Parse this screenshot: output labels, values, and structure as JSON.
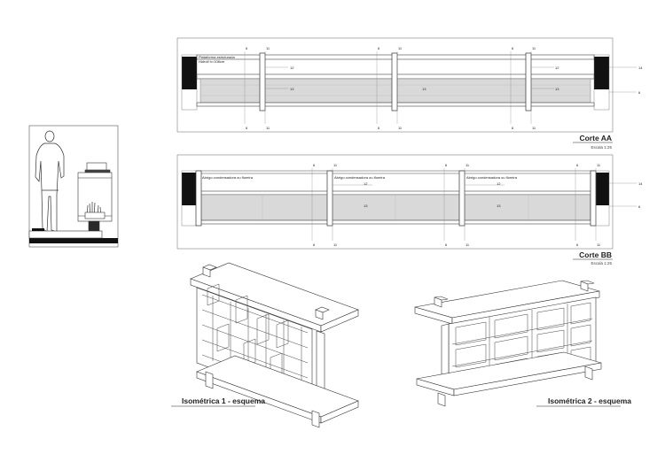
{
  "section_aa": {
    "title": "Corte AA",
    "scale": "Escala 1:25",
    "note_line1": "Plataforma estruturada",
    "note_line2": "Hidrolf h=108cm",
    "dims": {
      "d6": "6",
      "d11": "11",
      "d12": "12",
      "d13": "13",
      "d14": "14"
    }
  },
  "section_bb": {
    "title": "Corte BB",
    "scale": "Escala 1:25",
    "note": "Abrigo condensadora ou floreira",
    "dims": {
      "d6": "6",
      "d11": "11",
      "d12": "12",
      "d13": "13",
      "d14": "14"
    }
  },
  "isometric_1": {
    "title": "Isométrica 1 - esquema"
  },
  "isometric_2": {
    "title": "Isométrica 2 - esquema"
  }
}
